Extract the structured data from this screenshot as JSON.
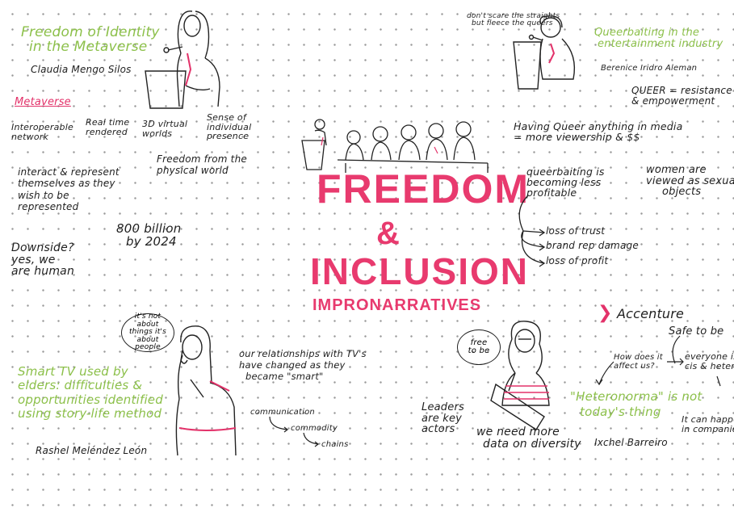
{
  "title": {
    "line1": "FREEDOM",
    "amp": "&",
    "line2": "INCLUSION",
    "subtitle": "IMPRONARRATIVES"
  },
  "session1": {
    "title_line1": "Freedom of Identity",
    "title_line2": "in the Metaverse",
    "speaker": "Claudia Mengo Silos",
    "section": "Metaverse",
    "features": [
      "Interoperable network",
      "Real time rendered",
      "3D virtual worlds",
      "Sense of individual presence"
    ],
    "represent": "interact & represent themselves as they wish to be represented",
    "freedom": "Freedom from the physical world",
    "billion_line1": "800 billion",
    "billion_line2": "by 2024",
    "downside_line1": "Downside?",
    "downside_line2": "yes, we",
    "downside_line3": "are human"
  },
  "session2": {
    "speech_line1": "don't scare the straights",
    "speech_line2": "but fleece the queers",
    "title_line1": "Queerbaiting in the",
    "title_line2": "entertainment industry",
    "speaker": "Berenice Iridro Aleman",
    "queer_line1": "QUEER = resistance",
    "queer_line2": "& empowerment",
    "having_line1": "Having Queer anything in media",
    "having_line2": "= more viewership & $$",
    "profitable_line1": "queerbaiting is",
    "profitable_line2": "becoming less",
    "profitable_line3": "profitable",
    "women_line1": "women are",
    "women_line2": "viewed as sexual",
    "women_line3": "objects",
    "consequences": [
      "loss of trust",
      "brand rep damage",
      "loss of profit"
    ]
  },
  "session3": {
    "bubble": "it's not about things it's about people",
    "title_line1": "Smart TV used by",
    "title_line2": "elders: difficulties &",
    "title_line3": "opportunities identified",
    "title_line4": "using story-life method",
    "speaker": "Rashel Meléndez León",
    "relation_line1": "our relationships with TV's",
    "relation_line2": "have changed as they",
    "relation_line3": "became \"smart\"",
    "communication": "communication",
    "commodity": "commodity",
    "chains": "chains"
  },
  "session4": {
    "accenture": "Accenture",
    "bubble": "free to be",
    "safe_line1": "Safe to be",
    "everyone_line1": "everyone is",
    "everyone_line2": "cis & hetero",
    "how_line1": "How does it",
    "how_line2": "affect us?",
    "hetero_line1": "\"Heteronorma\" is not",
    "hetero_line2": "today's thing",
    "speaker": "Ixchel Barreiro",
    "leaders_line1": "Leaders",
    "leaders_line2": "are key",
    "leaders_line3": "actors",
    "data_line1": "we need more",
    "data_line2": "data on diversity",
    "happen_line1": "It can happen",
    "happen_line2": "in companies"
  }
}
